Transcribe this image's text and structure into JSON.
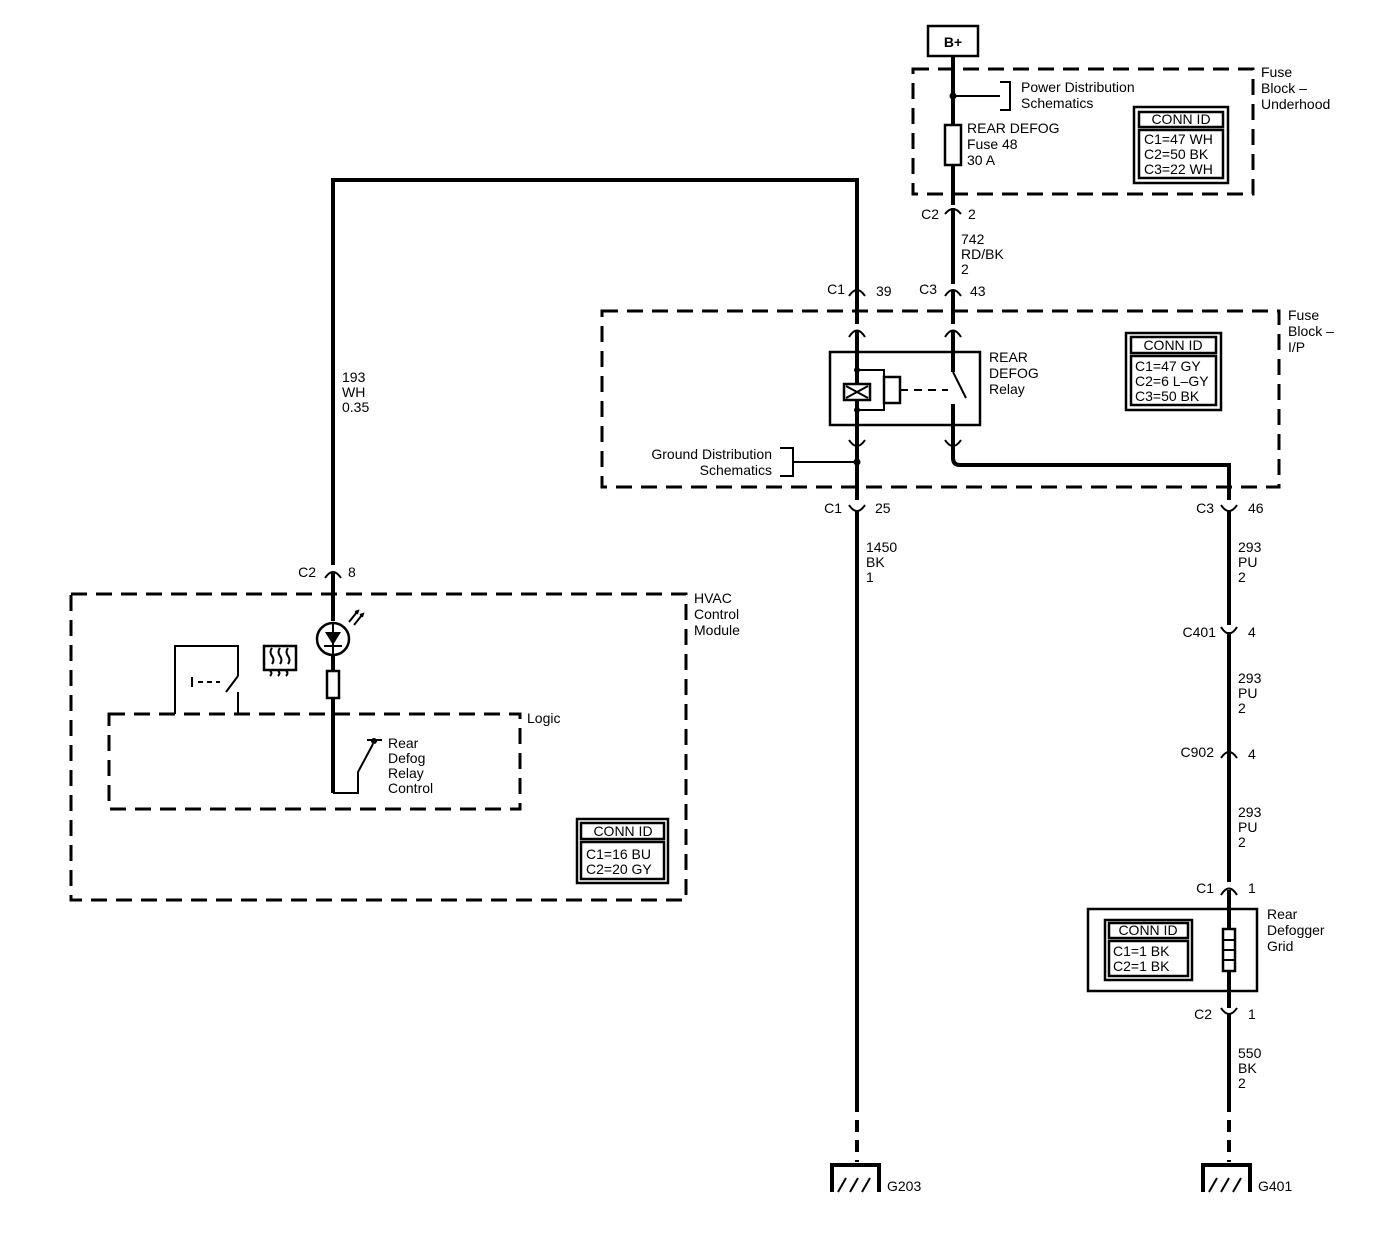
{
  "power": {
    "label": "B+"
  },
  "fuse_block_underhood": {
    "title": [
      "Fuse",
      "Block –",
      "Underhood"
    ],
    "power_ref": [
      "Power Distribution",
      "Schematics"
    ],
    "fuse": [
      "REAR DEFOG",
      "Fuse 48",
      "30 A"
    ],
    "conn_id": {
      "header": "CONN ID",
      "rows": [
        "C1=47 WH",
        "C2=50 BK",
        "C3=22 WH"
      ]
    },
    "connector": {
      "name": "C2",
      "pin": "2"
    }
  },
  "wire_742": [
    "742",
    "RD/BK",
    "2"
  ],
  "fuse_block_ip": {
    "title": [
      "Fuse",
      "Block –",
      "I/P"
    ],
    "relay": [
      "REAR",
      "DEFOG",
      "Relay"
    ],
    "ground_ref": [
      "Ground Distribution",
      "Schematics"
    ],
    "conn_id": {
      "header": "CONN ID",
      "rows": [
        "C1=47 GY",
        "C2=6 L–GY",
        "C3=50 BK"
      ]
    },
    "connectors": {
      "c1_top": {
        "name": "C1",
        "pin": "39"
      },
      "c3_top": {
        "name": "C3",
        "pin": "43"
      },
      "c1_bottom": {
        "name": "C1",
        "pin": "25"
      },
      "c3_bottom": {
        "name": "C3",
        "pin": "46"
      }
    }
  },
  "wire_193": [
    "193",
    "WH",
    "0.35"
  ],
  "wire_1450": [
    "1450",
    "BK",
    "1"
  ],
  "wire_293_a": [
    "293",
    "PU",
    "2"
  ],
  "wire_293_b": [
    "293",
    "PU",
    "2"
  ],
  "wire_293_c": [
    "293",
    "PU",
    "2"
  ],
  "wire_550": [
    "550",
    "BK",
    "2"
  ],
  "inline_connectors": {
    "c401": {
      "name": "C401",
      "pin": "4"
    },
    "c902": {
      "name": "C902",
      "pin": "4"
    }
  },
  "hvac": {
    "title": [
      "HVAC",
      "Control",
      "Module"
    ],
    "connector": {
      "name": "C2",
      "pin": "8"
    },
    "logic": "Logic",
    "control": [
      "Rear",
      "Defog",
      "Relay",
      "Control"
    ],
    "conn_id": {
      "header": "CONN ID",
      "rows": [
        "C1=16 BU",
        "C2=20 GY"
      ]
    }
  },
  "defogger": {
    "title": [
      "Rear",
      "Defogger",
      "Grid"
    ],
    "c1": {
      "name": "C1",
      "pin": "1"
    },
    "c2": {
      "name": "C2",
      "pin": "1"
    },
    "conn_id": {
      "header": "CONN ID",
      "rows": [
        "C1=1 BK",
        "C2=1 BK"
      ]
    }
  },
  "grounds": {
    "g203": "G203",
    "g401": "G401"
  }
}
